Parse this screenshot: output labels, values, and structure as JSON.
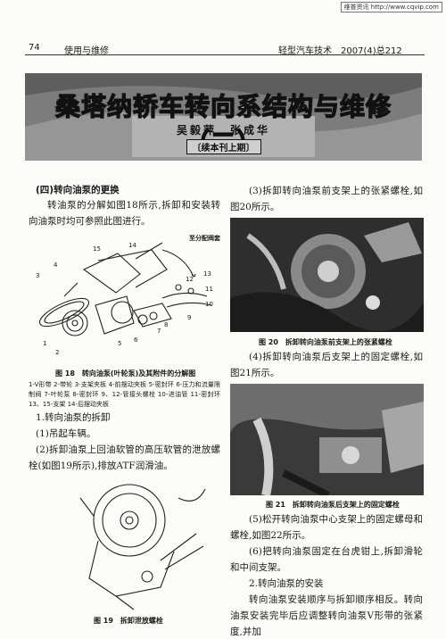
{
  "watermark": "维普资讯 http://www.cqvip.com",
  "header": {
    "page_number": "74",
    "section": "使用与维修",
    "journal": "轻型汽车技术　2007(4)总212"
  },
  "article": {
    "title": "桑塔纳轿车转向系结构与维修（二）",
    "authors": "吴毅萍　张成华",
    "series_note": "〔续本刊上期〕"
  },
  "left": {
    "section_heading": "(四)转向油泵的更换",
    "intro": "转油泵的分解如图18所示,拆卸和安装转向油泵时均可参照此图进行。",
    "fig18_label_top": "至分配阀套",
    "fig18_numbers": [
      "1",
      "2",
      "3",
      "4",
      "5",
      "6",
      "7",
      "8",
      "9",
      "10",
      "11",
      "12",
      "13",
      "14",
      "15"
    ],
    "fig18_caption": "图 18　转向油泵(叶轮泵)及其附件的分解图",
    "fig18_legend": "1-V形带 2-带轮 3-支架夹板 4-前摆动夹板 5-密封环 6-压力和流量限制阀 7-叶轮泵 8-密封环 9、12-管接头螺栓 10-进油管 11-密封环 13、15-支架 14-后摆动夹板",
    "sub1": "1.转向油泵的拆卸",
    "step1": "(1)吊起车辆。",
    "step2": "(2)拆卸油泵上回油软管的高压软管的泄放螺栓(如图19所示),排放ATF润滑油。",
    "fig19_caption": "图 19　拆卸泄放螺栓"
  },
  "right": {
    "step3": "(3)拆卸转向油泵前支架上的张紧螺栓,如图20所示。",
    "fig20_caption": "图 20　拆卸转向油泵前支架上的张紧螺栓",
    "step4": "(4)拆卸转向油泵后支架上的固定螺栓,如图21所示。",
    "fig21_caption": "图 21　拆卸转向油泵后支架上的固定螺栓",
    "step5": "(5)松开转向油泵中心支架上的固定螺母和螺栓,如图22所示。",
    "step6": "(6)把转向油泵固定在台虎钳上,拆卸滑轮和中间支架。",
    "sub2": "2.转向油泵的安装",
    "para": "转向油泵安装顺序与拆卸顺序相反。转向油泵安装完毕后应调整转向油泵V形带的张紧度,并加"
  }
}
